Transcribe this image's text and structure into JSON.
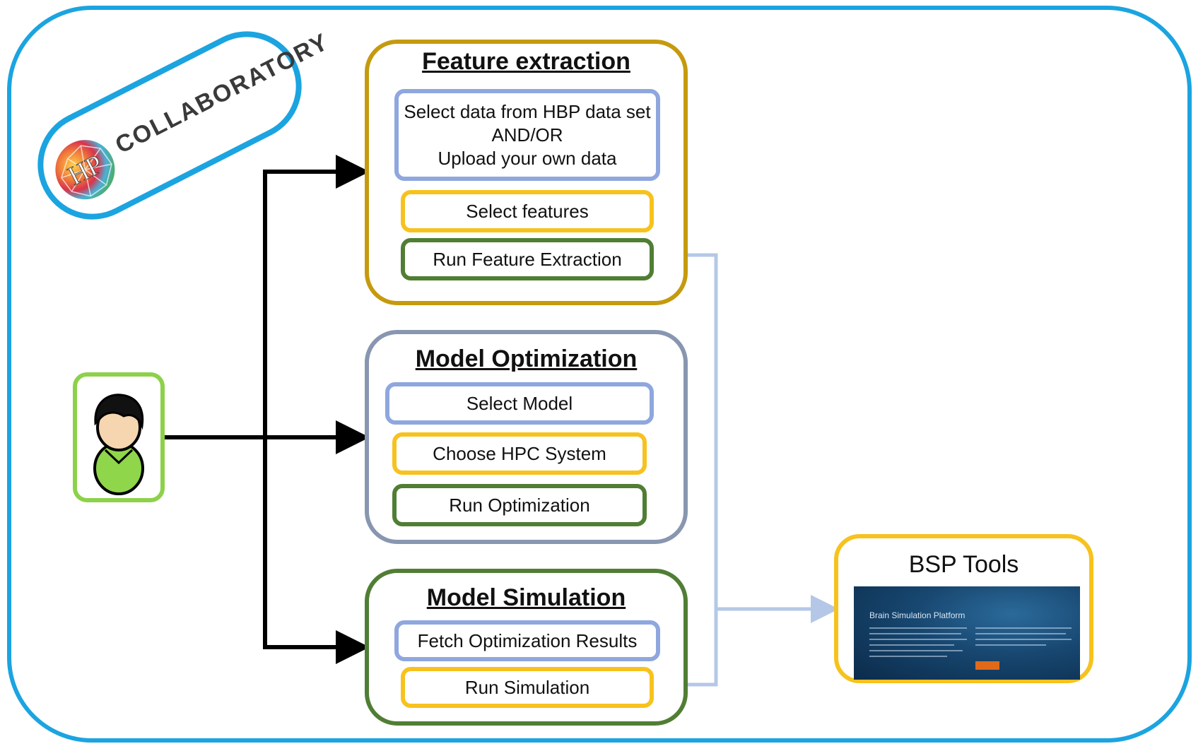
{
  "logo": {
    "text": "COLLABORATORY",
    "mark": "HP"
  },
  "panels": {
    "feature": {
      "title": "Feature extraction",
      "steps": [
        "Select data from HBP data set",
        "AND/OR",
        "Upload your own data",
        "Select features",
        "Run Feature Extraction"
      ]
    },
    "optimization": {
      "title": "Model Optimization",
      "steps": [
        "Select Model",
        "Choose HPC System",
        "Run Optimization"
      ]
    },
    "simulation": {
      "title": "Model Simulation",
      "steps": [
        "Fetch Optimization Results",
        "Run Simulation"
      ]
    }
  },
  "bsp": {
    "title": "BSP Tools",
    "screenshot_title": "Brain Simulation Platform"
  },
  "icons": [
    "user-avatar-icon",
    "hbp-brain-icon"
  ],
  "colors": {
    "frame": "#1ba4e0",
    "feature_panel": "#c59a0e",
    "optimization_panel": "#8896b0",
    "simulation_panel": "#507e34",
    "step_blue": "#8fa7de",
    "step_yellow": "#f7c21d",
    "step_green": "#507e34",
    "user_box": "#8dd14b",
    "connector": "#b4c7e7"
  }
}
